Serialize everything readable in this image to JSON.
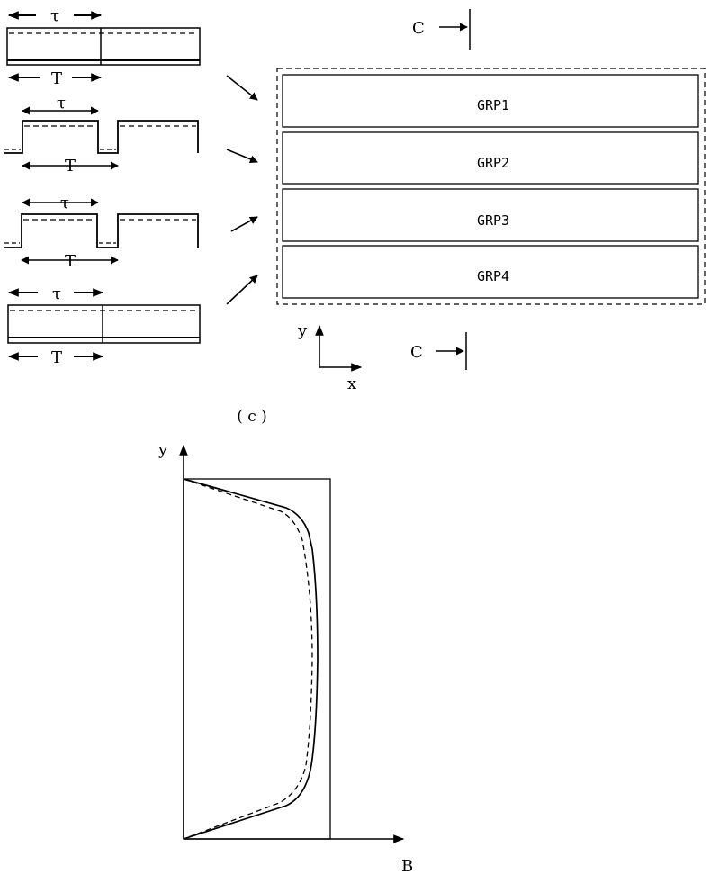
{
  "pulse_diagrams": [
    {
      "tau_label": "τ",
      "period_label": "T"
    },
    {
      "tau_label": "τ",
      "period_label": "T"
    },
    {
      "tau_label": "τ",
      "period_label": "T"
    },
    {
      "tau_label": "τ",
      "period_label": "T"
    }
  ],
  "groups": [
    "GRP1",
    "GRP2",
    "GRP3",
    "GRP4"
  ],
  "section_mark_label": "C",
  "axes_top": {
    "y_label": "y",
    "x_label": "x"
  },
  "figure_label": "( c )",
  "graph": {
    "y_label": "y",
    "x_label": "B"
  }
}
